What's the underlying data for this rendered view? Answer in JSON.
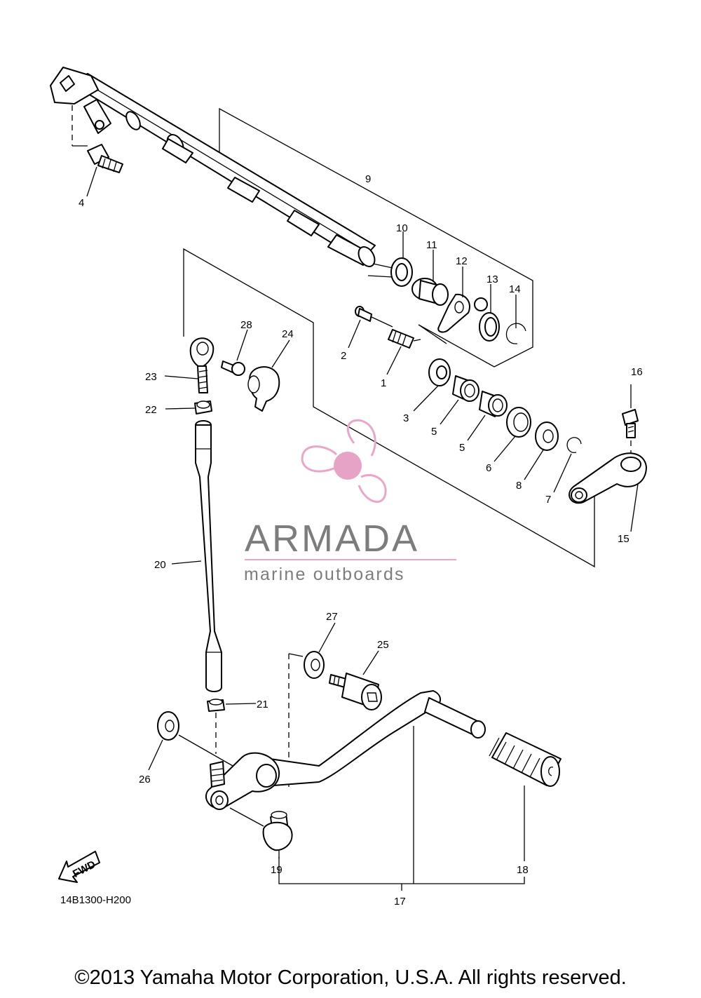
{
  "diagram_code": "14B1300-H200",
  "fwd_label": "FWD",
  "callouts": {
    "p1": "1",
    "p2": "2",
    "p3": "3",
    "p4": "4",
    "p5a": "5",
    "p5b": "5",
    "p6": "6",
    "p7": "7",
    "p8": "8",
    "p9": "9",
    "p10": "10",
    "p11": "11",
    "p12": "12",
    "p13": "13",
    "p14": "14",
    "p15": "15",
    "p16": "16",
    "p17": "17",
    "p18": "18",
    "p19": "19",
    "p20": "20",
    "p21": "21",
    "p22": "22",
    "p23": "23",
    "p24": "24",
    "p25": "25",
    "p26": "26",
    "p27": "27",
    "p28": "28"
  },
  "watermark": {
    "title": "ARMADA",
    "subtitle": "marine outboards",
    "colors": {
      "logo_pink": "#e9a6c9",
      "logo_center": "#e7a3c6",
      "text_gray": "#7d7d7d",
      "rule_pink": "#e9a6c9"
    }
  },
  "copyright": "©2013 Yamaha Motor Corporation, U.S.A. All rights reserved."
}
